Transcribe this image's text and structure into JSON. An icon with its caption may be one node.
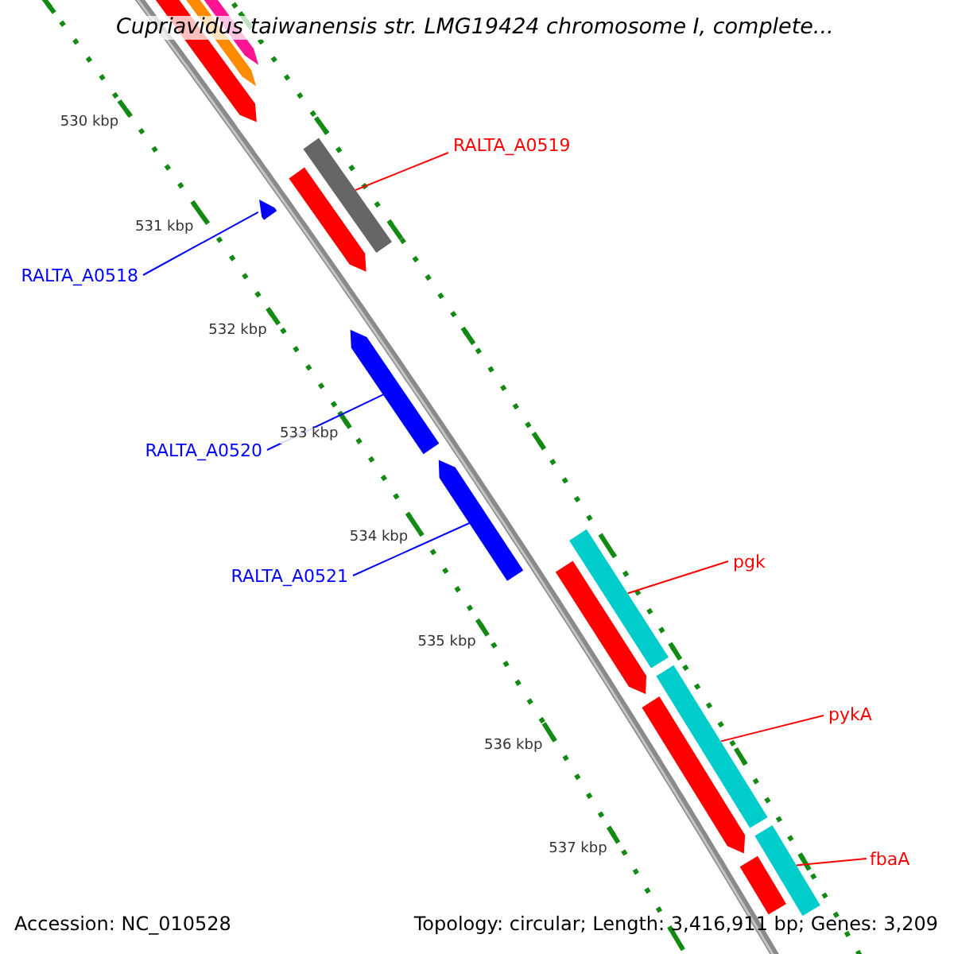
{
  "diagram": {
    "title": "Cupriavidus taiwanensis str. LMG19424 chromosome I, complete...",
    "nodes": [
      {
        "text": [
          "RALTA_A0519"
        ]
      },
      {
        "text": [],
        "shape": "box"
      },
      {
        "text": [
          "RALTA_A0518"
        ]
      },
      {
        "text": [],
        "shape": "arrow"
      },
      {
        "text": [
          "RALTA_A0520"
        ]
      },
      {
        "text": [],
        "shape": "arrow"
      },
      {
        "text": [
          "RALTA_A0521"
        ]
      },
      {
        "text": [],
        "shape": "arrow"
      },
      {
        "text": [
          "pgk"
        ]
      },
      {
        "text": [],
        "shape": "box"
      },
      {
        "text": [
          "pykA"
        ]
      },
      {
        "text": [],
        "shape": "box"
      },
      {
        "text": [
          "fbaA"
        ]
      },
      {
        "text": [],
        "shape": "box"
      }
    ],
    "edges": [
      {
        "from": 0,
        "to": 1,
        "arrow": "none"
      },
      {
        "from": 2,
        "to": 3,
        "arrow": "none",
        "color": "#0000ff"
      },
      {
        "from": 4,
        "to": 5,
        "arrow": "none",
        "color": "#0000ff"
      },
      {
        "from": 6,
        "to": 7,
        "arrow": "none",
        "color": "#0000ff"
      },
      {
        "from": 8,
        "to": 9,
        "arrow": "none"
      },
      {
        "from": 10,
        "to": 11,
        "arrow": "none"
      },
      {
        "from": 12,
        "to": 13,
        "arrow": "none"
      }
    ],
    "labels": [
      "530 kbp",
      "531 kbp",
      "532 kbp",
      "533 kbp",
      "534 kbp",
      "535 kbp",
      "536 kbp",
      "537 kbp",
      "Accession: NC_010528",
      "Topology: circular; Length: 3,416,911 bp; Genes: 3,209"
    ]
  }
}
